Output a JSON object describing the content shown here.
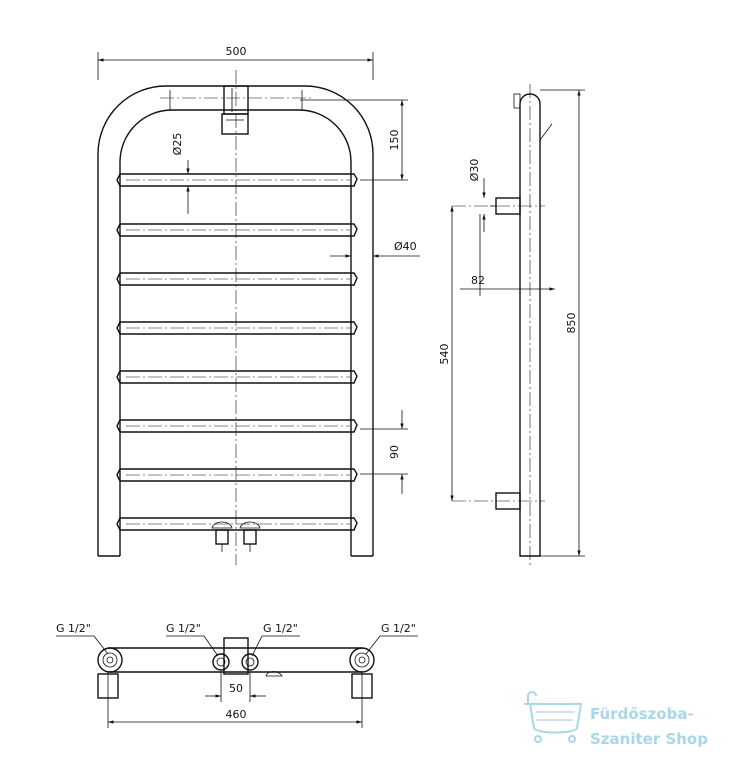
{
  "dimensions": {
    "width_total": "500",
    "top_arc_height": "150",
    "tube_diameter": "Ø25",
    "outer_tube_diameter": "Ø40",
    "rung_spacing": "90",
    "side_connection_diameter": "Ø30",
    "wall_offset": "82",
    "connection_spacing": "540",
    "height_total": "850",
    "bottom_spacing_small": "50",
    "bottom_spacing_large": "460"
  },
  "thread_labels": {
    "far_left": "G 1/2\"",
    "center_left": "G 1/2\"",
    "center_right": "G 1/2\"",
    "far_right": "G 1/2\""
  },
  "watermark": {
    "line1": "Fürdőszoba-",
    "line2": "Szaniter Shop",
    "icon": "bathtub-icon",
    "color": "#a9d7e8"
  }
}
